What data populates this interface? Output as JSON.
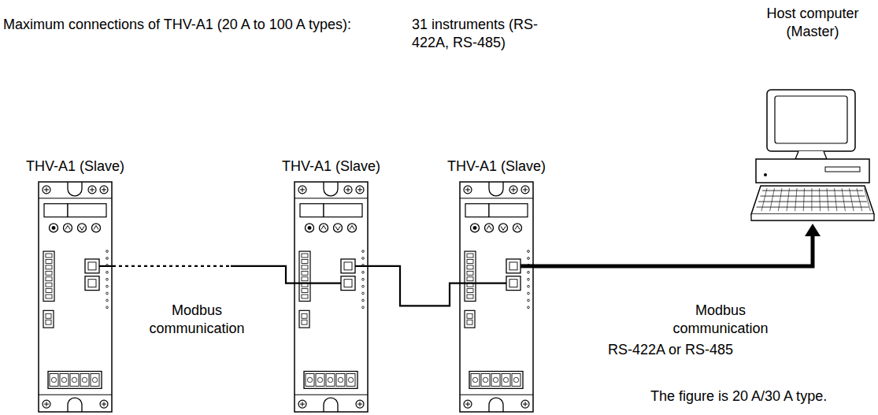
{
  "diagram": {
    "nodes": [
      {
        "text": [
          "THV-A1 (Slave)"
        ]
      },
      {
        "text": [
          "THV-A1 (Slave)"
        ]
      },
      {
        "text": [
          "THV-A1 (Slave)"
        ]
      },
      {
        "text": [
          "Host computer (Master)"
        ]
      }
    ],
    "edges": [
      {
        "from": 0,
        "to": 1,
        "arrow": "none",
        "label": "Modbus communication"
      },
      {
        "from": 1,
        "to": 2,
        "arrow": "none"
      },
      {
        "from": 2,
        "to": 3,
        "arrow": "to",
        "label": "Modbus communication"
      }
    ],
    "labels": [
      "Maximum connections of THV-A1 (20 A to 100 A types):",
      "31 instruments (RS-422A, RS-485)",
      "RS-422A or RS-485",
      "The figure is 20 A/30 A type."
    ]
  }
}
